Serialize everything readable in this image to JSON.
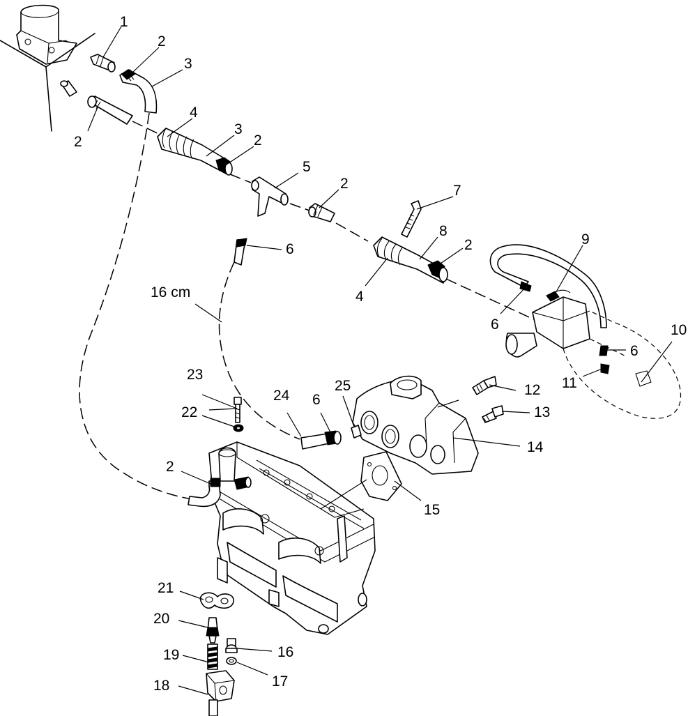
{
  "callouts": {
    "c1": "1",
    "c2a": "2",
    "c2b": "2",
    "c2c": "2",
    "c2d": "2",
    "c2e": "2",
    "c2f": "2",
    "c3a": "3",
    "c3b": "3",
    "c4a": "4",
    "c4b": "4",
    "c5": "5",
    "c6a": "6",
    "c6b": "6",
    "c6c": "6",
    "c6d": "6",
    "c7": "7",
    "c8": "8",
    "c9": "9",
    "c10": "10",
    "c11": "11",
    "c12": "12",
    "c13": "13",
    "c14": "14",
    "c15": "15",
    "c16": "16",
    "c17": "17",
    "c18": "18",
    "c19": "19",
    "c20": "20",
    "c21": "21",
    "c22": "22",
    "c23": "23",
    "c24": "24",
    "c25": "25",
    "hose_length": "16 cm"
  }
}
